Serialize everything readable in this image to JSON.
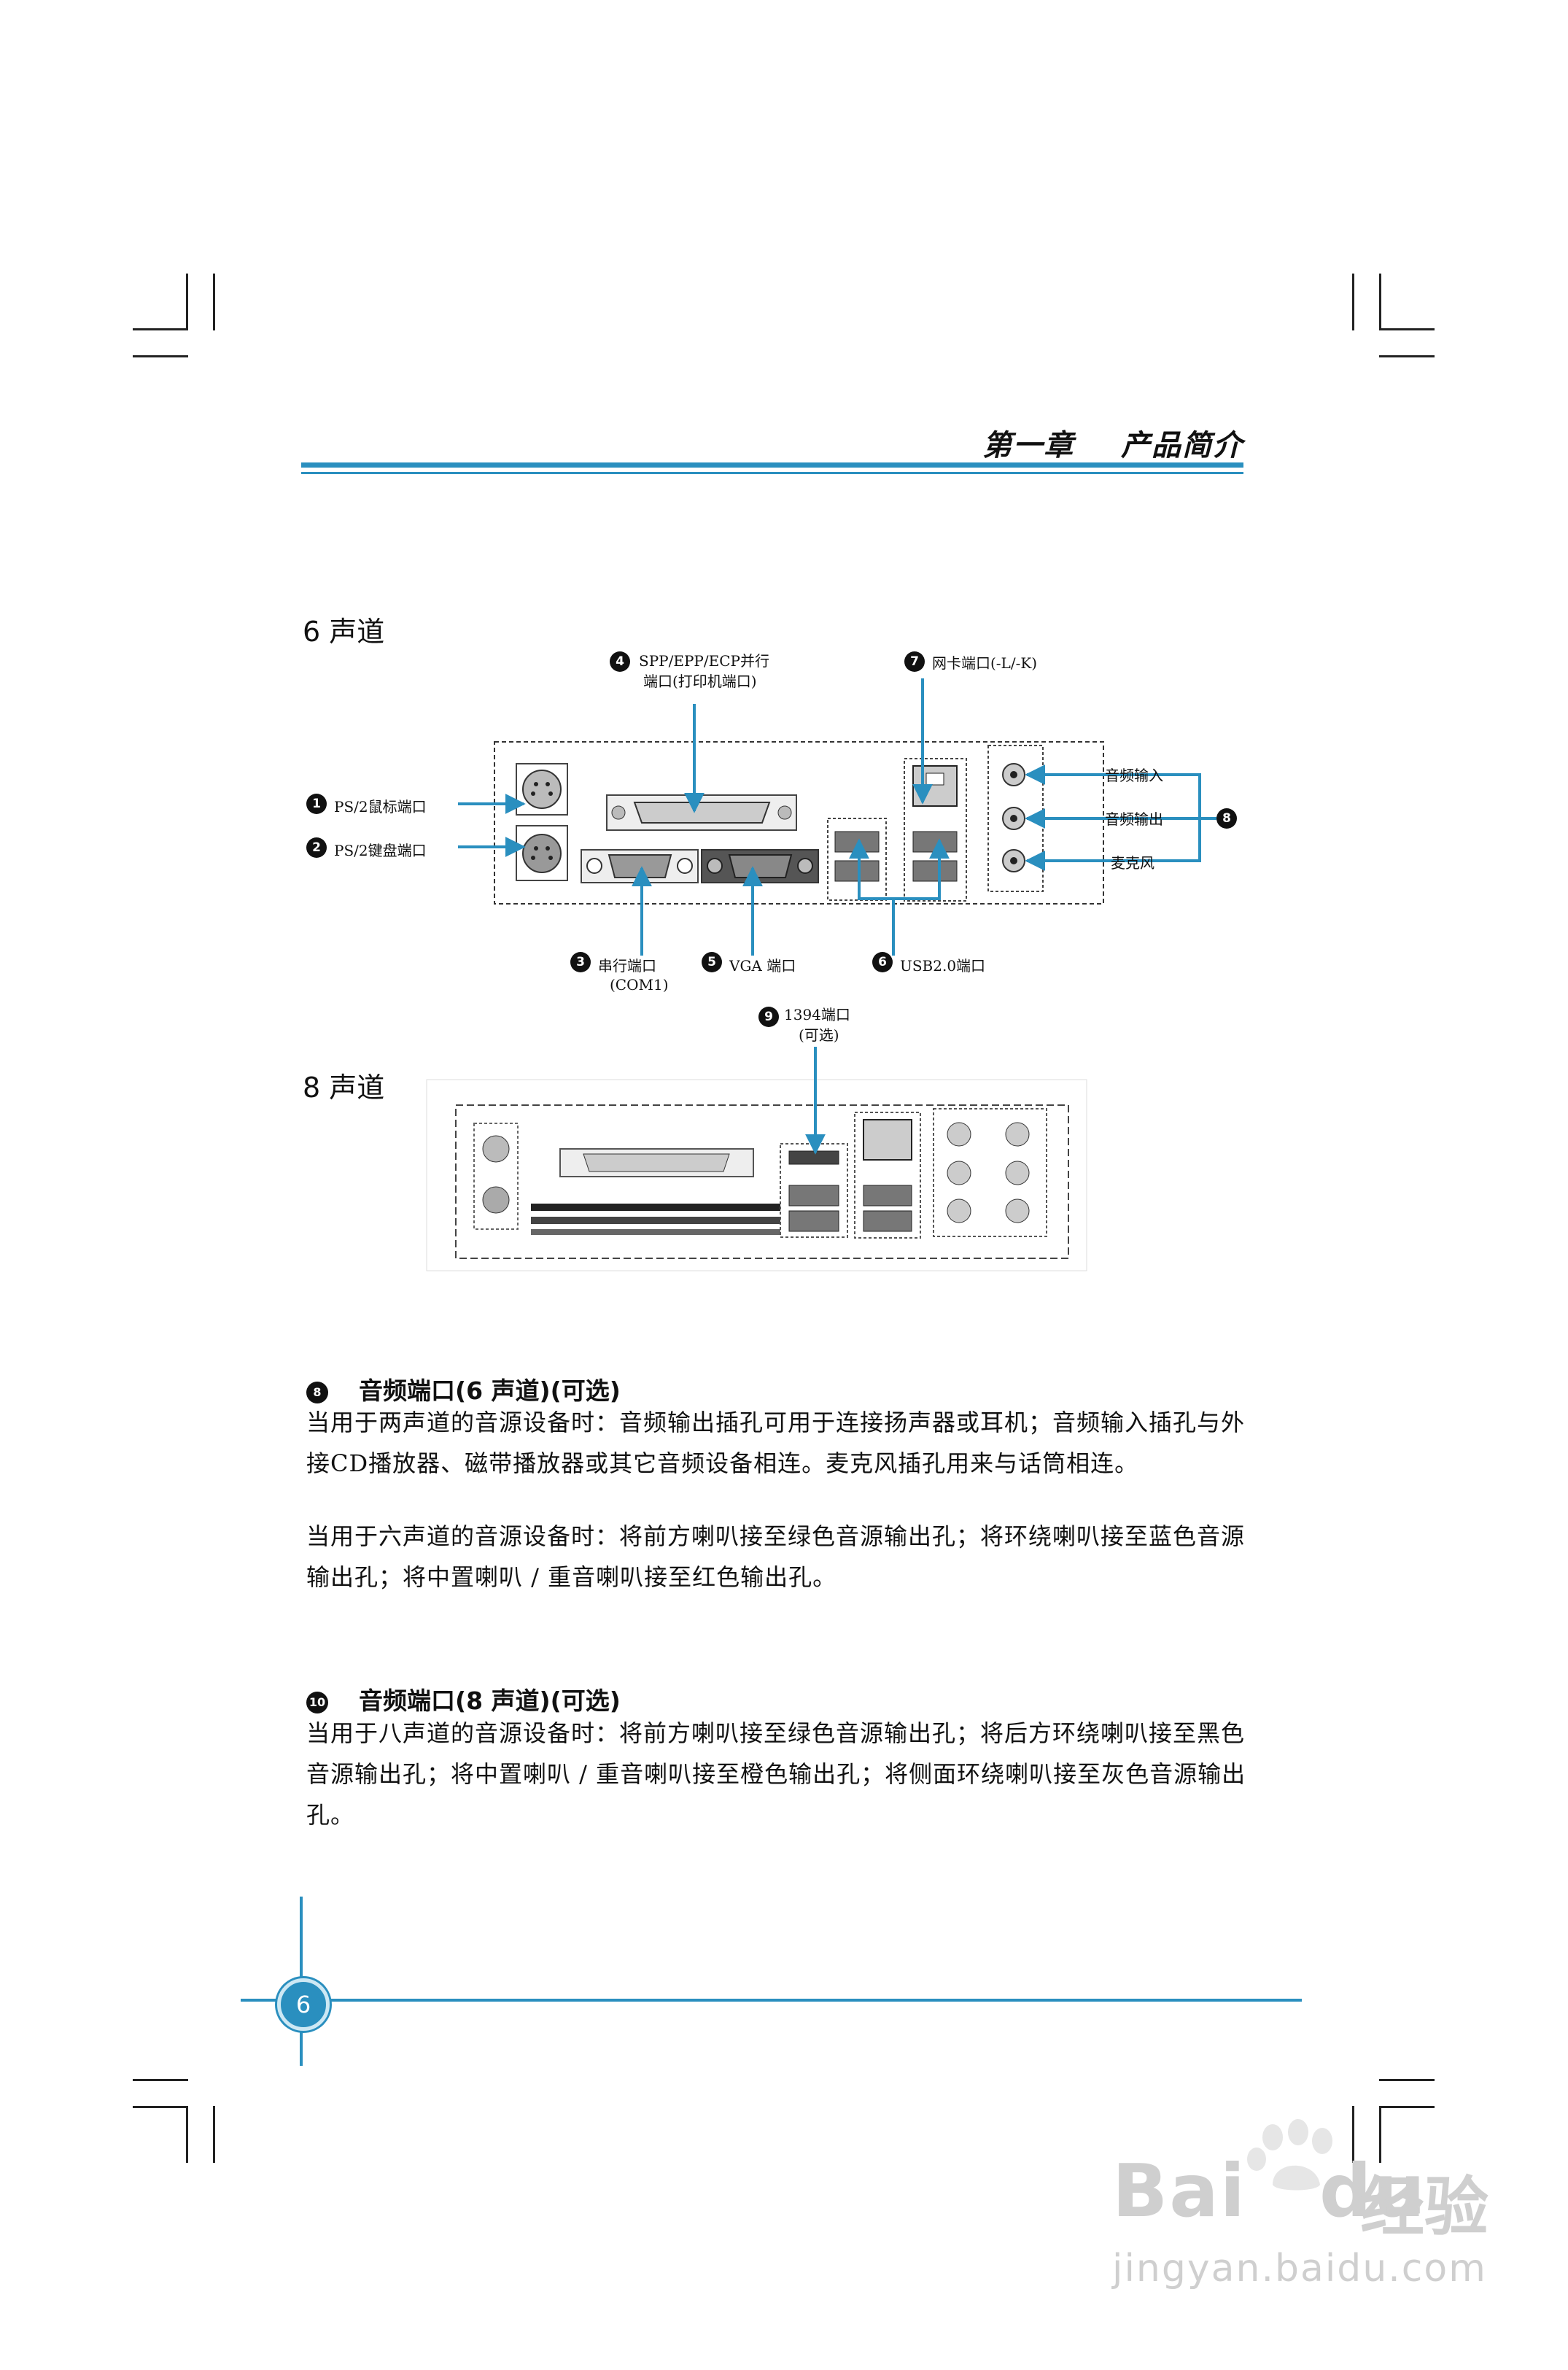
{
  "header": {
    "chapter": "第一章",
    "title": "产品简介"
  },
  "six_channel": {
    "section_title": "6 声道",
    "labels": {
      "p1_num": "1",
      "p1": "PS/2鼠标端口",
      "p2_num": "2",
      "p2": "PS/2键盘端口",
      "p3_num": "3",
      "p3_line1": "串行端口",
      "p3_line2": "(COM1)",
      "p4_num": "4",
      "p4_line1": "SPP/EPP/ECP并行",
      "p4_line2": "端口(打印机端口)",
      "p5_num": "5",
      "p5": "VGA 端口",
      "p6_num": "6",
      "p6": "USB2.0端口",
      "p7_num": "7",
      "p7": "网卡端口(-L/-K)",
      "p8_num": "8",
      "audio_in": "音频输入",
      "audio_out": "音频输出",
      "mic": "麦克风"
    }
  },
  "eight_channel": {
    "section_title": "8 声道",
    "p9_num": "9",
    "p9_line1": "1394端口",
    "p9_line2": "(可选)"
  },
  "sections": [
    {
      "bullet": "8",
      "heading": "音频端口(6 声道)(可选)",
      "paragraphs": [
        "当用于两声道的音源设备时：音频输出插孔可用于连接扬声器或耳机；音频输入插孔与外接CD播放器、磁带播放器或其它音频设备相连。麦克风插孔用来与话筒相连。",
        "当用于六声道的音源设备时：将前方喇叭接至绿色音源输出孔；将环绕喇叭接至蓝色音源输出孔；将中置喇叭 / 重音喇叭接至红色输出孔。"
      ]
    },
    {
      "bullet": "10",
      "heading": "音频端口(8 声道)(可选)",
      "paragraphs": [
        "当用于八声道的音源设备时：将前方喇叭接至绿色音源输出孔；将后方环绕喇叭接至黑色音源输出孔；将中置喇叭 / 重音喇叭接至橙色输出孔；将侧面环绕喇叭接至灰色音源输出孔。"
      ]
    }
  ],
  "page_number": "6",
  "watermark": {
    "brand": "Bai",
    "brand2": "du",
    "brand_cn": "经验",
    "url": "jingyan.baidu.com"
  },
  "colors": {
    "accent": "#2a8fbf",
    "text": "#111111"
  }
}
